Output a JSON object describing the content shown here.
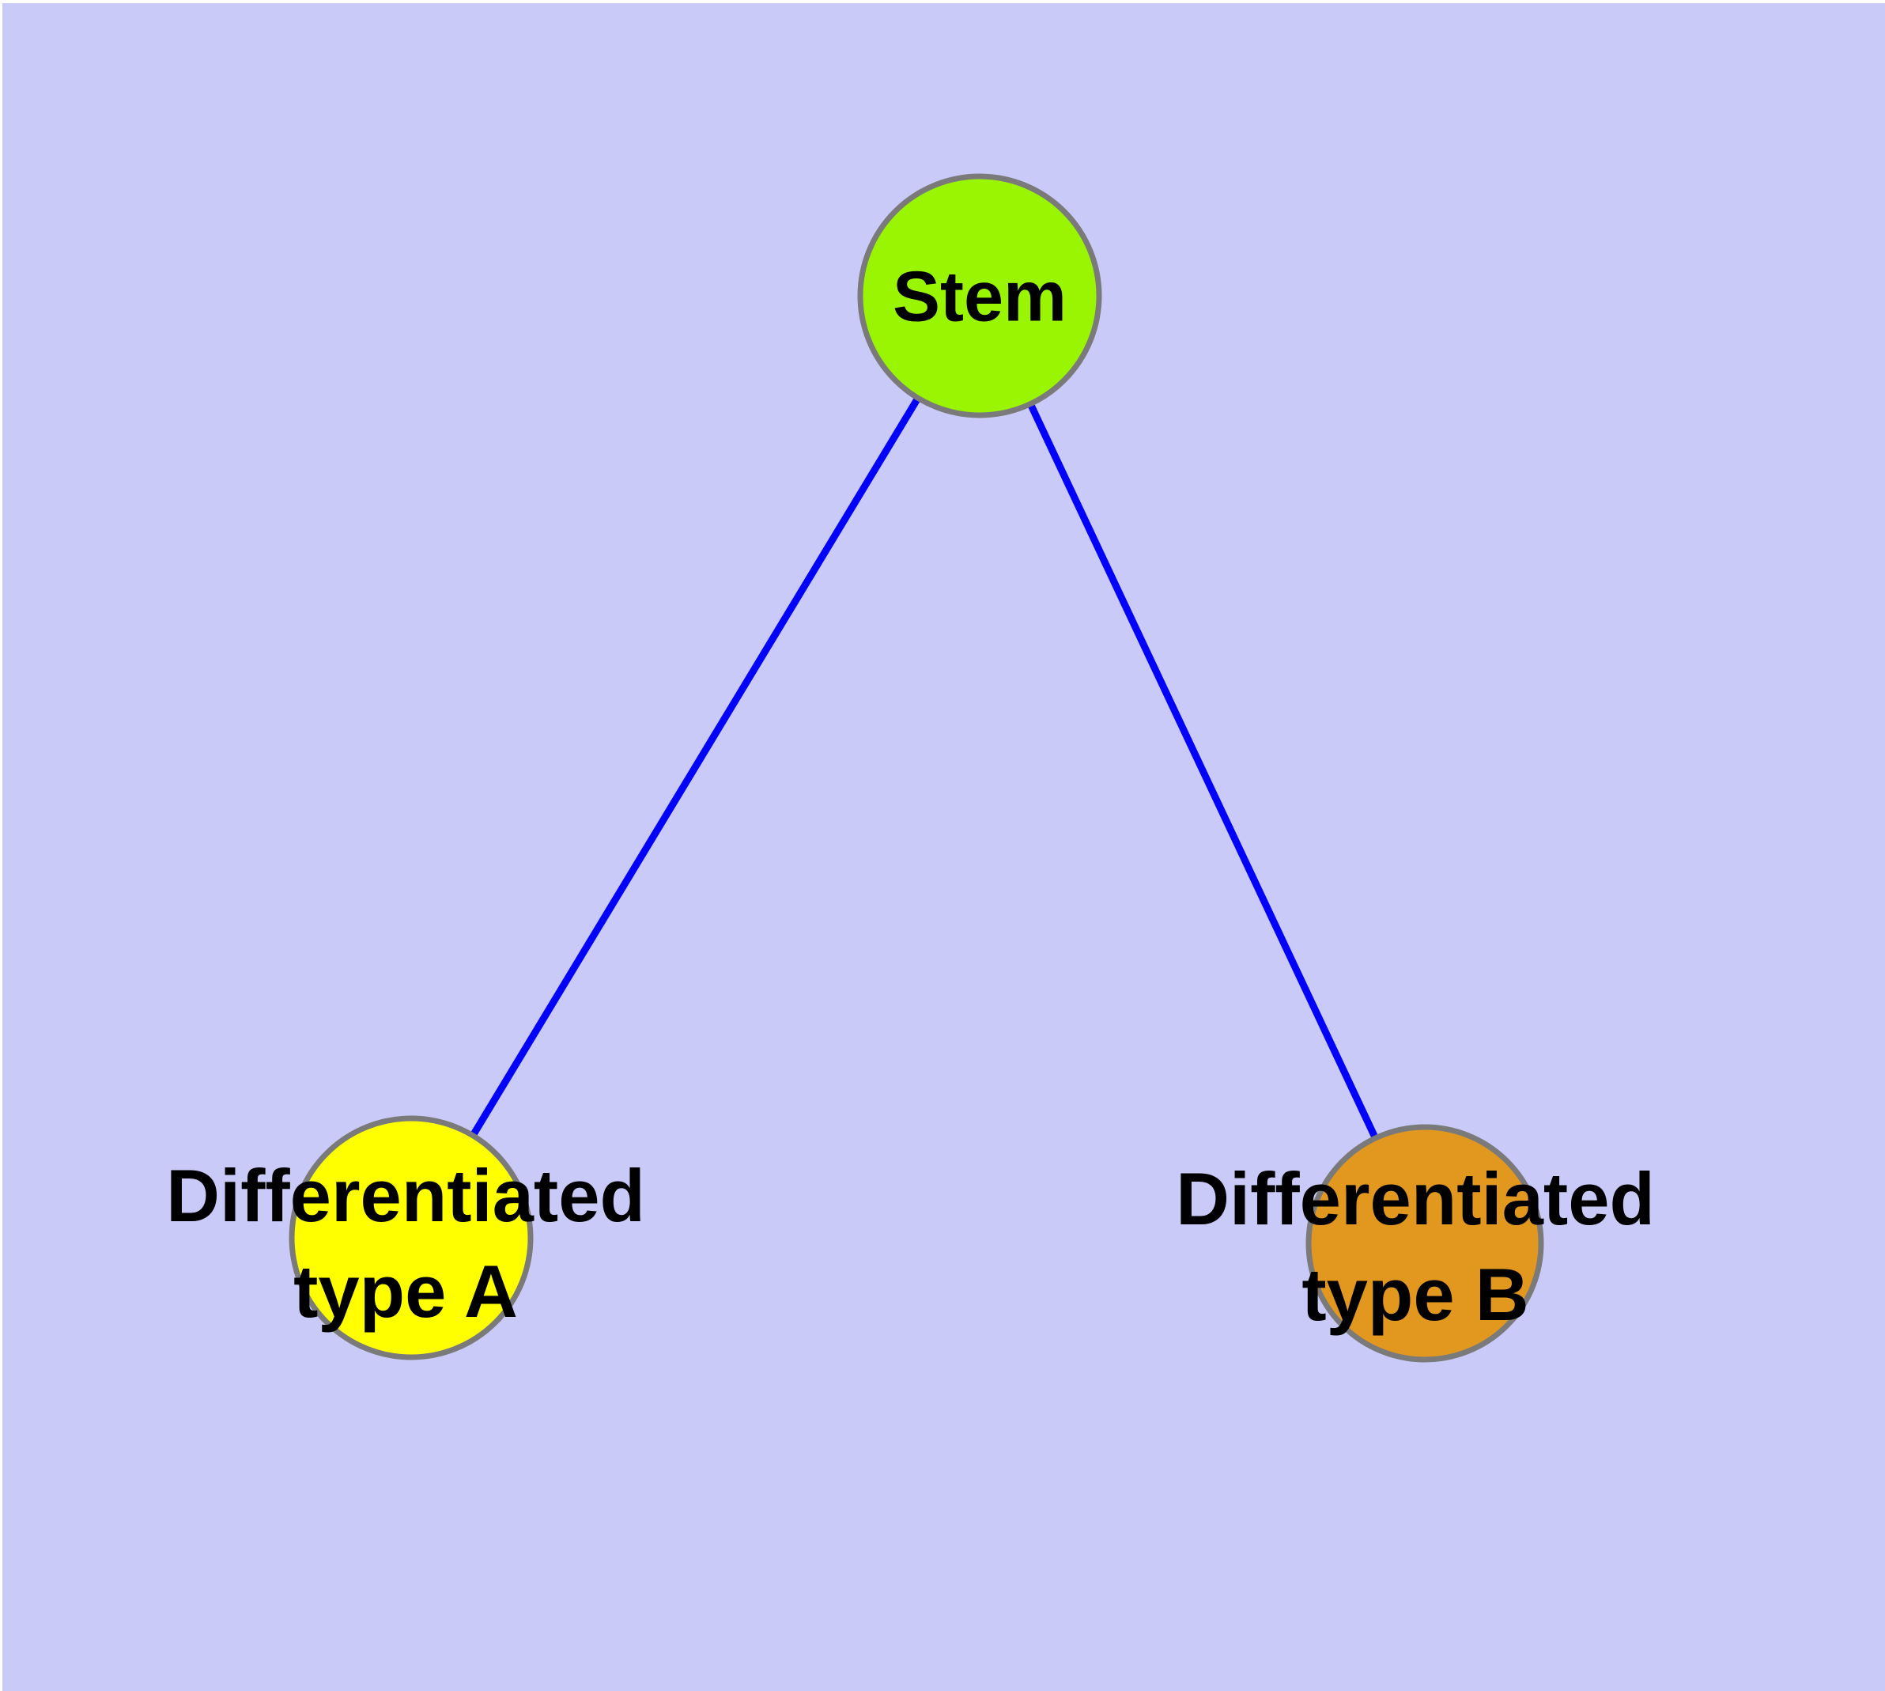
{
  "diagram": {
    "type": "node-link-diagram",
    "background_color": "#CACAF8",
    "page_margin_color": "#FFFFFF",
    "edge_color": "#0202FA",
    "node_border_color": "#7A7A7A",
    "text_color": "#000000",
    "nodes": [
      {
        "id": "stem",
        "label": "Stem",
        "fill": "#9AF502"
      },
      {
        "id": "differentiated-type-a",
        "label_line1": "Differentiated",
        "label_line2": "type A",
        "fill": "#FFFF00"
      },
      {
        "id": "differentiated-type-b",
        "label_line1": "Differentiated",
        "label_line2": "type B",
        "fill": "#E2981E"
      }
    ],
    "edges": [
      {
        "from": "stem",
        "to": "differentiated-type-a"
      },
      {
        "from": "stem",
        "to": "differentiated-type-b"
      }
    ]
  }
}
